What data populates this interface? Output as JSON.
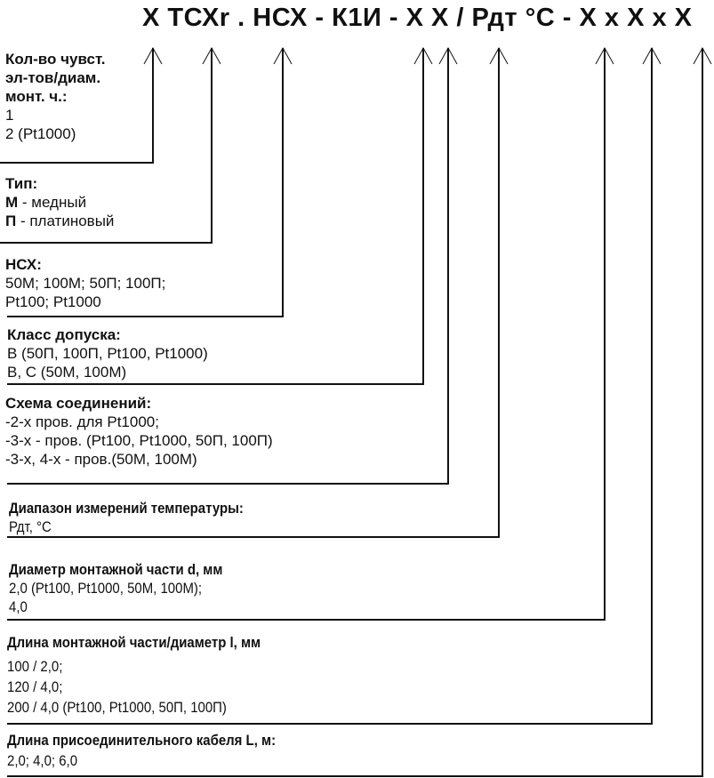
{
  "code_string": "X ТСХr . НСХ - К1И - X X / Рдт °С - X х X х X",
  "blocks": [
    {
      "title": "Кол-во чувст.",
      "title2": "эл-тов/диам.",
      "title3": "монт. ч.:",
      "lines": [
        "1",
        "2 (Pt1000)"
      ]
    },
    {
      "title": "Тип:",
      "lines": [
        {
          "key": "М",
          "text": " - медный"
        },
        {
          "key": "П",
          "text": " - платиновый"
        }
      ]
    },
    {
      "title": "НСХ:",
      "lines": [
        "50М; 100М; 50П; 100П;",
        "Pt100; Pt1000"
      ]
    },
    {
      "title": "Класс допуска:",
      "lines": [
        "В (50П, 100П, Pt100, Pt1000)",
        "В, С (50М, 100М)"
      ]
    },
    {
      "title": "Схема соединений:",
      "lines": [
        "-2-х пров. для Pt1000;",
        "-3-х - пров. (Pt100, Pt1000, 50П, 100П)",
        "-3-х, 4-х - пров.(50М, 100М)"
      ]
    },
    {
      "title": "Диапазон измерений температуры:",
      "lines": [
        "Рдт, °С"
      ]
    },
    {
      "title": "Диаметр монтажной части d, мм",
      "lines": [
        "2,0 (Pt100, Pt1000, 50М, 100М);",
        "4,0"
      ]
    },
    {
      "title": "Длина монтажной части/диаметр l, мм",
      "lines": [
        "100 / 2,0;",
        "120 / 4,0;",
        "200 / 4,0 (Pt100, Pt1000, 50П, 100П)"
      ]
    },
    {
      "title": "Длина присоединительного кабеля L, м:",
      "lines": [
        "2,0; 4,0; 6,0"
      ]
    }
  ],
  "line_color": "#111111"
}
